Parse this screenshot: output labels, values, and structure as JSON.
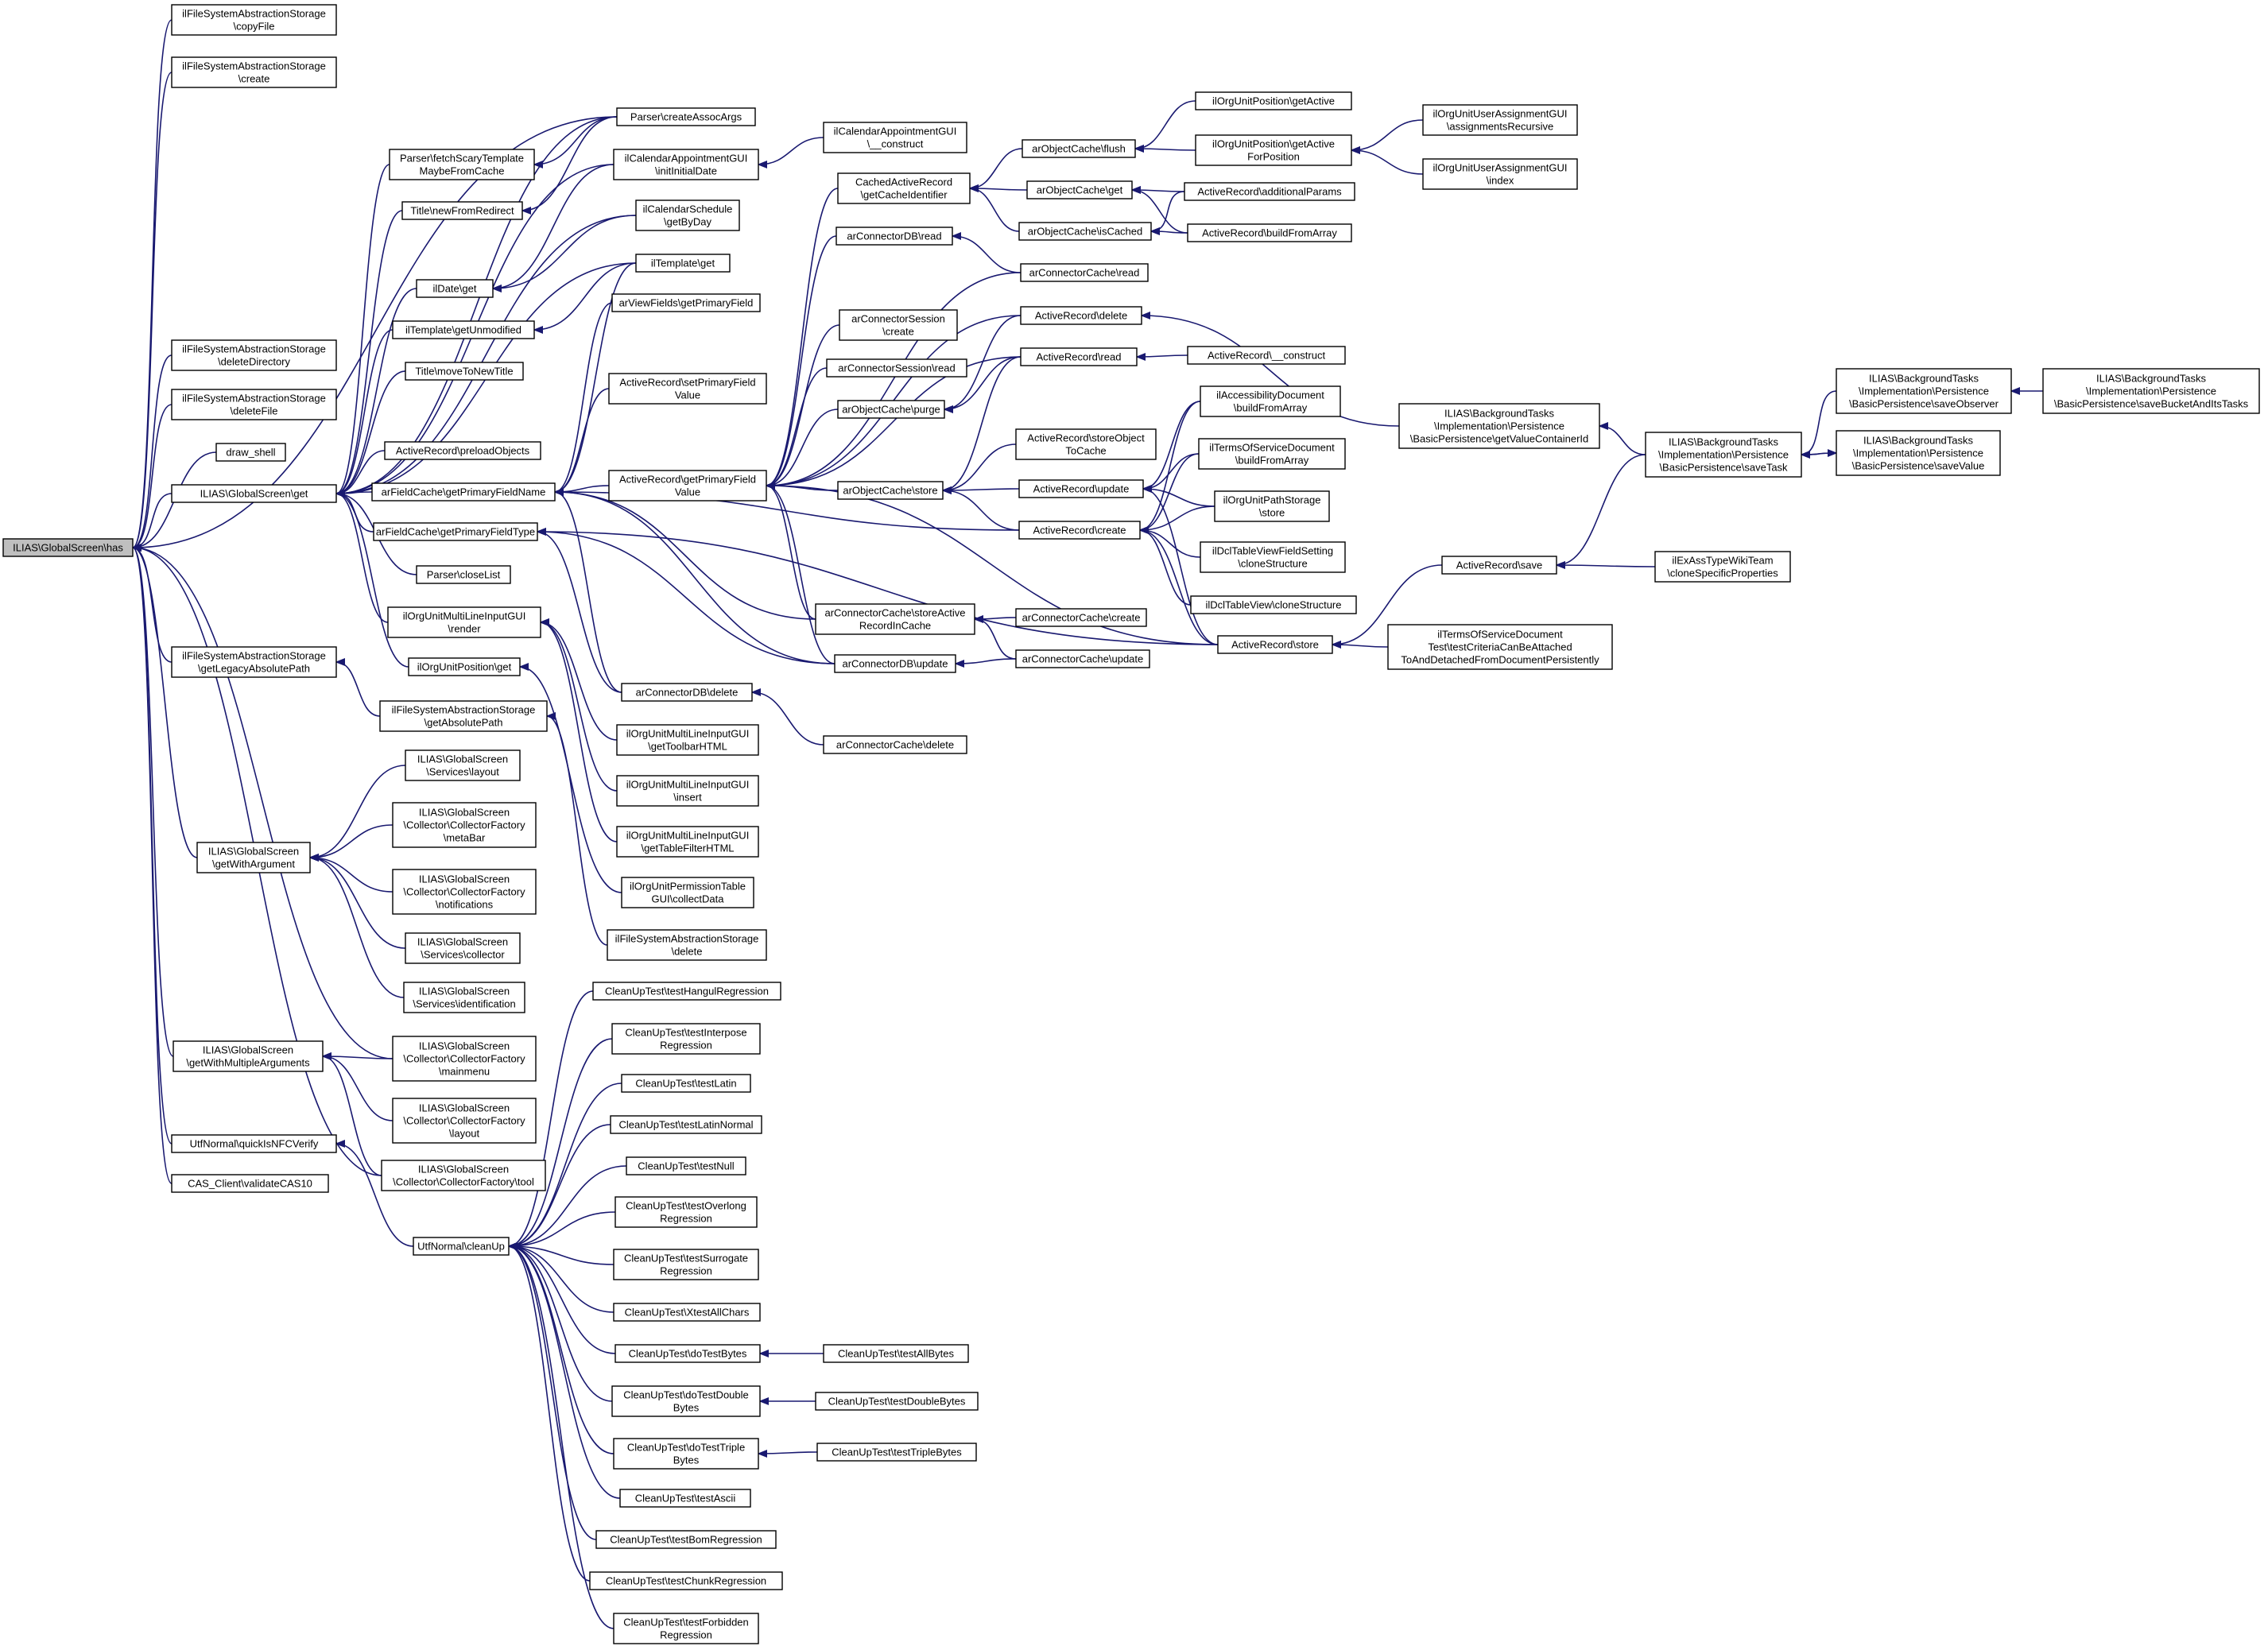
{
  "graph": {
    "colors": {
      "edge": "#191970",
      "root_fill": "#bfbfbf",
      "node_fill": "#ffffff",
      "node_border": "#000000"
    },
    "root": "n_root",
    "nodes": {
      "n_root": [
        "ILIAS\\GlobalScreen\\has"
      ],
      "n_copyfile": [
        "ilFileSystemAbstractionStorage",
        "\\copyFile"
      ],
      "n_create_fs": [
        "ilFileSystemAbstractionStorage",
        "\\create"
      ],
      "n_deldir": [
        "ilFileSystemAbstractionStorage",
        "\\deleteDirectory"
      ],
      "n_delfile": [
        "ilFileSystemAbstractionStorage",
        "\\deleteFile"
      ],
      "n_drawshell": [
        "draw_shell"
      ],
      "n_gsget": [
        "ILIAS\\GlobalScreen\\get"
      ],
      "n_getlegacy": [
        "ilFileSystemAbstractionStorage",
        "\\getLegacyAbsolutePath"
      ],
      "n_getwitharg": [
        "ILIAS\\GlobalScreen",
        "\\getWithArgument"
      ],
      "n_getwithmulti": [
        "ILIAS\\GlobalScreen",
        "\\getWithMultipleArguments"
      ],
      "n_quicknfc": [
        "UtfNormal\\quickIsNFCVerify"
      ],
      "n_cas": [
        "CAS_Client\\validateCAS10"
      ],
      "n_parsercreate": [
        "Parser\\createAssocArgs"
      ],
      "n_fetchscary": [
        "Parser\\fetchScaryTemplate",
        "MaybeFromCache"
      ],
      "n_titleredir": [
        "Title\\newFromRedirect"
      ],
      "n_ildateget": [
        "ilDate\\get"
      ],
      "n_gettplunmod": [
        "ilTemplate\\getUnmodified"
      ],
      "n_titlemove": [
        "Title\\moveToNewTitle"
      ],
      "n_preload": [
        "ActiveRecord\\preloadObjects"
      ],
      "n_afcgetname": [
        "arFieldCache\\getPrimaryFieldName"
      ],
      "n_afcgettype": [
        "arFieldCache\\getPrimaryFieldType"
      ],
      "n_closelist": [
        "Parser\\closeList"
      ],
      "n_multirender": [
        "ilOrgUnitMultiLineInputGUI",
        "\\render"
      ],
      "n_oupget": [
        "ilOrgUnitPosition\\get"
      ],
      "n_getabspath": [
        "ilFileSystemAbstractionStorage",
        "\\getAbsolutePath"
      ],
      "n_svclayout": [
        "ILIAS\\GlobalScreen",
        "\\Services\\layout"
      ],
      "n_metabar": [
        "ILIAS\\GlobalScreen",
        "\\Collector\\CollectorFactory",
        "\\metaBar"
      ],
      "n_notif": [
        "ILIAS\\GlobalScreen",
        "\\Collector\\CollectorFactory",
        "\\notifications"
      ],
      "n_svccollector": [
        "ILIAS\\GlobalScreen",
        "\\Services\\collector"
      ],
      "n_svcident": [
        "ILIAS\\GlobalScreen",
        "\\Services\\identification"
      ],
      "n_mainmenu": [
        "ILIAS\\GlobalScreen",
        "\\Collector\\CollectorFactory",
        "\\mainmenu"
      ],
      "n_cflayout": [
        "ILIAS\\GlobalScreen",
        "\\Collector\\CollectorFactory",
        "\\layout"
      ],
      "n_cftool": [
        "ILIAS\\GlobalScreen",
        "\\Collector\\CollectorFactory\\tool"
      ],
      "n_cleanup": [
        "UtfNormal\\cleanUp"
      ],
      "n_calinit": [
        "ilCalendarAppointmentGUI",
        "\\initInitialDate"
      ],
      "n_calsched": [
        "ilCalendarSchedule",
        "\\getByDay"
      ],
      "n_iltplget": [
        "ilTemplate\\get"
      ],
      "n_viewfields": [
        "arViewFields\\getPrimaryField"
      ],
      "n_arsetpf": [
        "ActiveRecord\\setPrimaryField",
        "Value"
      ],
      "n_argetpf": [
        "ActiveRecord\\getPrimaryField",
        "Value"
      ],
      "n_cdbdelete": [
        "arConnectorDB\\delete"
      ],
      "n_multitoolbar": [
        "ilOrgUnitMultiLineInputGUI",
        "\\getToolbarHTML"
      ],
      "n_multiinsert": [
        "ilOrgUnitMultiLineInputGUI",
        "\\insert"
      ],
      "n_multifilter": [
        "ilOrgUnitMultiLineInputGUI",
        "\\getTableFilterHTML"
      ],
      "n_permcollect": [
        "ilOrgUnitPermissionTable",
        "GUI\\collectData"
      ],
      "n_fsdelete": [
        "ilFileSystemAbstractionStorage",
        "\\delete"
      ],
      "n_calconstruct": [
        "ilCalendarAppointmentGUI",
        "\\__construct"
      ],
      "n_cachedid": [
        "CachedActiveRecord",
        "\\getCacheIdentifier"
      ],
      "n_cdbread": [
        "arConnectorDB\\read"
      ],
      "n_csesscreate": [
        "arConnectorSession",
        "\\create"
      ],
      "n_csessread": [
        "arConnectorSession\\read"
      ],
      "n_ocpurge": [
        "arObjectCache\\purge"
      ],
      "n_ocstore": [
        "arObjectCache\\store"
      ],
      "n_ccstoreactive": [
        "arConnectorCache\\storeActive",
        "RecordInCache"
      ],
      "n_cdbupdate": [
        "arConnectorDB\\update"
      ],
      "n_ccdelete": [
        "arConnectorCache\\delete"
      ],
      "n_occflush": [
        "arObjectCache\\flush"
      ],
      "n_ocget": [
        "arObjectCache\\get"
      ],
      "n_ocisc": [
        "arObjectCache\\isCached"
      ],
      "n_ccread": [
        "arConnectorCache\\read"
      ],
      "n_ardelete": [
        "ActiveRecord\\delete"
      ],
      "n_arread": [
        "ActiveRecord\\read"
      ],
      "n_arstoreobj": [
        "ActiveRecord\\storeObject",
        "ToCache"
      ],
      "n_arupdate": [
        "ActiveRecord\\update"
      ],
      "n_arcreate": [
        "ActiveRecord\\create"
      ],
      "n_cccreate": [
        "arConnectorCache\\create"
      ],
      "n_ccupdate": [
        "arConnectorCache\\update"
      ],
      "n_arstore": [
        "ActiveRecord\\store"
      ],
      "n_oupgetactive": [
        "ilOrgUnitPosition\\getActive"
      ],
      "n_oupgetactivepos": [
        "ilOrgUnitPosition\\getActive",
        "ForPosition"
      ],
      "n_araddparams": [
        "ActiveRecord\\additionalParams"
      ],
      "n_arbuild": [
        "ActiveRecord\\buildFromArray"
      ],
      "n_arconstruct": [
        "ActiveRecord\\__construct"
      ],
      "n_accessdoc": [
        "ilAccessibilityDocument",
        "\\buildFromArray"
      ],
      "n_tosdoc": [
        "ilTermsOfServiceDocument",
        "\\buildFromArray"
      ],
      "n_pathstorage": [
        "ilOrgUnitPathStorage",
        "\\store"
      ],
      "n_dclfield": [
        "ilDclTableViewFieldSetting",
        "\\cloneStructure"
      ],
      "n_dclview": [
        "ilDclTableView\\cloneStructure"
      ],
      "n_arsave": [
        "ActiveRecord\\save"
      ],
      "n_tostest": [
        "ilTermsOfServiceDocument",
        "Test\\testCriteriaCanBeAttached",
        "ToAndDetachedFromDocumentPersistently"
      ],
      "n_getvaluecont": [
        "ILIAS\\BackgroundTasks",
        "\\Implementation\\Persistence",
        "\\BasicPersistence\\getValueContainerId"
      ],
      "n_exass": [
        "ilExAssTypeWikiTeam",
        "\\cloneSpecificProperties"
      ],
      "n_assignrec": [
        "ilOrgUnitUserAssignmentGUI",
        "\\assignmentsRecursive"
      ],
      "n_assignindex": [
        "ilOrgUnitUserAssignmentGUI",
        "\\index"
      ],
      "n_savetask": [
        "ILIAS\\BackgroundTasks",
        "\\Implementation\\Persistence",
        "\\BasicPersistence\\saveTask"
      ],
      "n_saveobserver": [
        "ILIAS\\BackgroundTasks",
        "\\Implementation\\Persistence",
        "\\BasicPersistence\\saveObserver"
      ],
      "n_savevalue": [
        "ILIAS\\BackgroundTasks",
        "\\Implementation\\Persistence",
        "\\BasicPersistence\\saveValue"
      ],
      "n_savebucket": [
        "ILIAS\\BackgroundTasks",
        "\\Implementation\\Persistence",
        "\\BasicPersistence\\saveBucketAndItsTasks"
      ],
      "n_t_hangul": [
        "CleanUpTest\\testHangulRegression"
      ],
      "n_t_interpose": [
        "CleanUpTest\\testInterpose",
        "Regression"
      ],
      "n_t_latin": [
        "CleanUpTest\\testLatin"
      ],
      "n_t_latinnormal": [
        "CleanUpTest\\testLatinNormal"
      ],
      "n_t_null": [
        "CleanUpTest\\testNull"
      ],
      "n_t_overlong": [
        "CleanUpTest\\testOverlong",
        "Regression"
      ],
      "n_t_surrogate": [
        "CleanUpTest\\testSurrogate",
        "Regression"
      ],
      "n_t_xall": [
        "CleanUpTest\\XtestAllChars"
      ],
      "n_t_dobytes": [
        "CleanUpTest\\doTestBytes"
      ],
      "n_t_dodouble": [
        "CleanUpTest\\doTestDouble",
        "Bytes"
      ],
      "n_t_dotriple": [
        "CleanUpTest\\doTestTriple",
        "Bytes"
      ],
      "n_t_ascii": [
        "CleanUpTest\\testAscii"
      ],
      "n_t_bom": [
        "CleanUpTest\\testBomRegression"
      ],
      "n_t_chunk": [
        "CleanUpTest\\testChunkRegression"
      ],
      "n_t_forbidden": [
        "CleanUpTest\\testForbidden",
        "Regression"
      ],
      "n_t_allbytes": [
        "CleanUpTest\\testAllBytes"
      ],
      "n_t_doublebytes": [
        "CleanUpTest\\testDoubleBytes"
      ],
      "n_t_triplebytes": [
        "CleanUpTest\\testTripleBytes"
      ]
    },
    "edges": [
      [
        "n_copyfile",
        "n_root"
      ],
      [
        "n_create_fs",
        "n_root"
      ],
      [
        "n_parsercreate",
        "n_root"
      ],
      [
        "n_deldir",
        "n_root"
      ],
      [
        "n_delfile",
        "n_root"
      ],
      [
        "n_drawshell",
        "n_root"
      ],
      [
        "n_gsget",
        "n_root"
      ],
      [
        "n_getlegacy",
        "n_root"
      ],
      [
        "n_getwitharg",
        "n_root"
      ],
      [
        "n_mainmenu",
        "n_root"
      ],
      [
        "n_getwithmulti",
        "n_root"
      ],
      [
        "n_quicknfc",
        "n_root"
      ],
      [
        "n_cas",
        "n_root"
      ],
      [
        "n_cftool",
        "n_root"
      ],
      [
        "n_fetchscary",
        "n_gsget"
      ],
      [
        "n_titleredir",
        "n_gsget"
      ],
      [
        "n_ildateget",
        "n_gsget"
      ],
      [
        "n_gettplunmod",
        "n_gsget"
      ],
      [
        "n_titlemove",
        "n_gsget"
      ],
      [
        "n_preload",
        "n_gsget"
      ],
      [
        "n_afcgetname",
        "n_gsget"
      ],
      [
        "n_afcgettype",
        "n_gsget"
      ],
      [
        "n_closelist",
        "n_gsget"
      ],
      [
        "n_multirender",
        "n_gsget"
      ],
      [
        "n_oupget",
        "n_gsget"
      ],
      [
        "n_parsercreate",
        "n_gsget"
      ],
      [
        "n_calinit",
        "n_gsget"
      ],
      [
        "n_calsched",
        "n_gsget"
      ],
      [
        "n_iltplget",
        "n_gsget"
      ],
      [
        "n_getabspath",
        "n_getlegacy"
      ],
      [
        "n_svclayout",
        "n_getwitharg"
      ],
      [
        "n_metabar",
        "n_getwitharg"
      ],
      [
        "n_notif",
        "n_getwitharg"
      ],
      [
        "n_svccollector",
        "n_getwitharg"
      ],
      [
        "n_svcident",
        "n_getwitharg"
      ],
      [
        "n_mainmenu",
        "n_getwithmulti"
      ],
      [
        "n_cflayout",
        "n_getwithmulti"
      ],
      [
        "n_cftool",
        "n_getwithmulti"
      ],
      [
        "n_cleanup",
        "n_quicknfc"
      ],
      [
        "n_parsercreate",
        "n_fetchscary"
      ],
      [
        "n_parsercreate",
        "n_titleredir"
      ],
      [
        "n_calinit",
        "n_ildateget"
      ],
      [
        "n_calsched",
        "n_ildateget"
      ],
      [
        "n_iltplget",
        "n_gettplunmod"
      ],
      [
        "n_viewfields",
        "n_afcgetname"
      ],
      [
        "n_arsetpf",
        "n_afcgetname"
      ],
      [
        "n_argetpf",
        "n_afcgetname"
      ],
      [
        "n_cdbdelete",
        "n_afcgetname"
      ],
      [
        "n_cdbupdate",
        "n_afcgetname"
      ],
      [
        "n_ccstoreactive",
        "n_afcgetname"
      ],
      [
        "n_arcreate",
        "n_afcgetname"
      ],
      [
        "n_iltplget",
        "n_afcgetname"
      ],
      [
        "n_cdbdelete",
        "n_afcgettype"
      ],
      [
        "n_cdbupdate",
        "n_afcgettype"
      ],
      [
        "n_arstore",
        "n_afcgettype"
      ],
      [
        "n_multitoolbar",
        "n_multirender"
      ],
      [
        "n_multiinsert",
        "n_multirender"
      ],
      [
        "n_multifilter",
        "n_multirender"
      ],
      [
        "n_permcollect",
        "n_oupget"
      ],
      [
        "n_fsdelete",
        "n_getabspath"
      ],
      [
        "n_calconstruct",
        "n_calinit"
      ],
      [
        "n_cachedid",
        "n_argetpf"
      ],
      [
        "n_cdbread",
        "n_argetpf"
      ],
      [
        "n_csesscreate",
        "n_argetpf"
      ],
      [
        "n_csessread",
        "n_argetpf"
      ],
      [
        "n_ocpurge",
        "n_argetpf"
      ],
      [
        "n_ocstore",
        "n_argetpf"
      ],
      [
        "n_ccstoreactive",
        "n_argetpf"
      ],
      [
        "n_cdbupdate",
        "n_argetpf"
      ],
      [
        "n_ccread",
        "n_argetpf"
      ],
      [
        "n_ardelete",
        "n_argetpf"
      ],
      [
        "n_arread",
        "n_argetpf"
      ],
      [
        "n_arstore",
        "n_argetpf"
      ],
      [
        "n_ccdelete",
        "n_cdbdelete"
      ],
      [
        "n_occflush",
        "n_cachedid"
      ],
      [
        "n_ocget",
        "n_cachedid"
      ],
      [
        "n_ocisc",
        "n_cachedid"
      ],
      [
        "n_ccread",
        "n_cdbread"
      ],
      [
        "n_ardelete",
        "n_ocpurge"
      ],
      [
        "n_arread",
        "n_ocpurge"
      ],
      [
        "n_arread",
        "n_ocstore"
      ],
      [
        "n_arstoreobj",
        "n_ocstore"
      ],
      [
        "n_arupdate",
        "n_ocstore"
      ],
      [
        "n_arcreate",
        "n_ocstore"
      ],
      [
        "n_cccreate",
        "n_ccstoreactive"
      ],
      [
        "n_ccupdate",
        "n_ccstoreactive"
      ],
      [
        "n_ccupdate",
        "n_cdbupdate"
      ],
      [
        "n_oupgetactive",
        "n_occflush"
      ],
      [
        "n_oupgetactivepos",
        "n_occflush"
      ],
      [
        "n_araddparams",
        "n_ocget"
      ],
      [
        "n_arbuild",
        "n_ocget"
      ],
      [
        "n_araddparams",
        "n_ocisc"
      ],
      [
        "n_arbuild",
        "n_ocisc"
      ],
      [
        "n_getvaluecont",
        "n_ardelete"
      ],
      [
        "n_arconstruct",
        "n_arread"
      ],
      [
        "n_accessdoc",
        "n_arupdate"
      ],
      [
        "n_tosdoc",
        "n_arupdate"
      ],
      [
        "n_pathstorage",
        "n_arupdate"
      ],
      [
        "n_arstore",
        "n_arupdate"
      ],
      [
        "n_accessdoc",
        "n_arcreate"
      ],
      [
        "n_tosdoc",
        "n_arcreate"
      ],
      [
        "n_pathstorage",
        "n_arcreate"
      ],
      [
        "n_dclfield",
        "n_arcreate"
      ],
      [
        "n_dclview",
        "n_arcreate"
      ],
      [
        "n_arstore",
        "n_arcreate"
      ],
      [
        "n_arsave",
        "n_arstore"
      ],
      [
        "n_tostest",
        "n_arstore"
      ],
      [
        "n_assignrec",
        "n_oupgetactivepos"
      ],
      [
        "n_assignindex",
        "n_oupgetactivepos"
      ],
      [
        "n_savetask",
        "n_getvaluecont"
      ],
      [
        "n_savetask",
        "n_arsave"
      ],
      [
        "n_exass",
        "n_arsave"
      ],
      [
        "n_saveobserver",
        "n_savetask"
      ],
      [
        "n_savevalue",
        "n_savetask"
      ],
      [
        "n_savebucket",
        "n_saveobserver"
      ],
      [
        "n_savetask",
        "n_savevalue"
      ],
      [
        "n_t_hangul",
        "n_cleanup"
      ],
      [
        "n_t_interpose",
        "n_cleanup"
      ],
      [
        "n_t_latin",
        "n_cleanup"
      ],
      [
        "n_t_latinnormal",
        "n_cleanup"
      ],
      [
        "n_t_null",
        "n_cleanup"
      ],
      [
        "n_t_overlong",
        "n_cleanup"
      ],
      [
        "n_t_surrogate",
        "n_cleanup"
      ],
      [
        "n_t_xall",
        "n_cleanup"
      ],
      [
        "n_t_dobytes",
        "n_cleanup"
      ],
      [
        "n_t_dodouble",
        "n_cleanup"
      ],
      [
        "n_t_dotriple",
        "n_cleanup"
      ],
      [
        "n_t_ascii",
        "n_cleanup"
      ],
      [
        "n_t_bom",
        "n_cleanup"
      ],
      [
        "n_t_chunk",
        "n_cleanup"
      ],
      [
        "n_t_forbidden",
        "n_cleanup"
      ],
      [
        "n_t_allbytes",
        "n_t_dobytes"
      ],
      [
        "n_t_doublebytes",
        "n_t_dodouble"
      ],
      [
        "n_t_triplebytes",
        "n_t_dotriple"
      ]
    ]
  }
}
